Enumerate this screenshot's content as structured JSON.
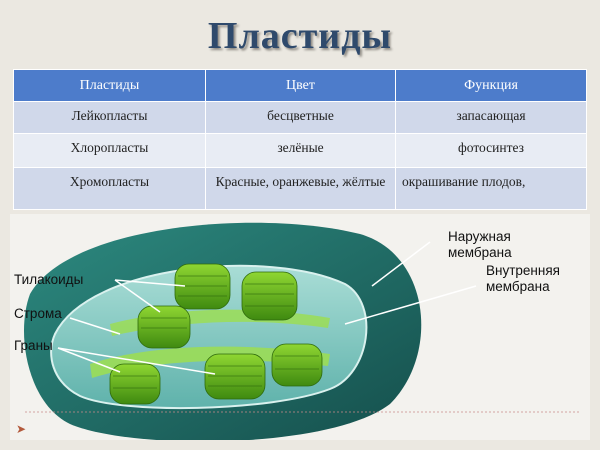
{
  "title": "Пластиды",
  "table": {
    "headers": [
      "Пластиды",
      "Цвет",
      "Функция"
    ],
    "rows": [
      [
        "Лейкопласты",
        "бесцветные",
        "запасающая"
      ],
      [
        "Хлоропласты",
        "зелёные",
        "фотосинтез"
      ],
      [
        "Хромопласты",
        "Красные, оранжевые, жёлтые",
        "окрашивание плодов,"
      ]
    ]
  },
  "diagram": {
    "labels": {
      "outer_membrane": [
        "Наружная",
        "мембрана"
      ],
      "inner_membrane": [
        "Внутренняя",
        "мембрана"
      ],
      "thylakoids": "Тилакоиды",
      "stroma": "Строма",
      "grana": "Граны"
    },
    "colors": {
      "outer_shell": "#1f6e6a",
      "inner_shell": "#7cc7c0",
      "grana_green": "#6fbf22",
      "grana_dark": "#3e7f12"
    }
  },
  "icons": {
    "corner": "play-arrow-icon"
  }
}
